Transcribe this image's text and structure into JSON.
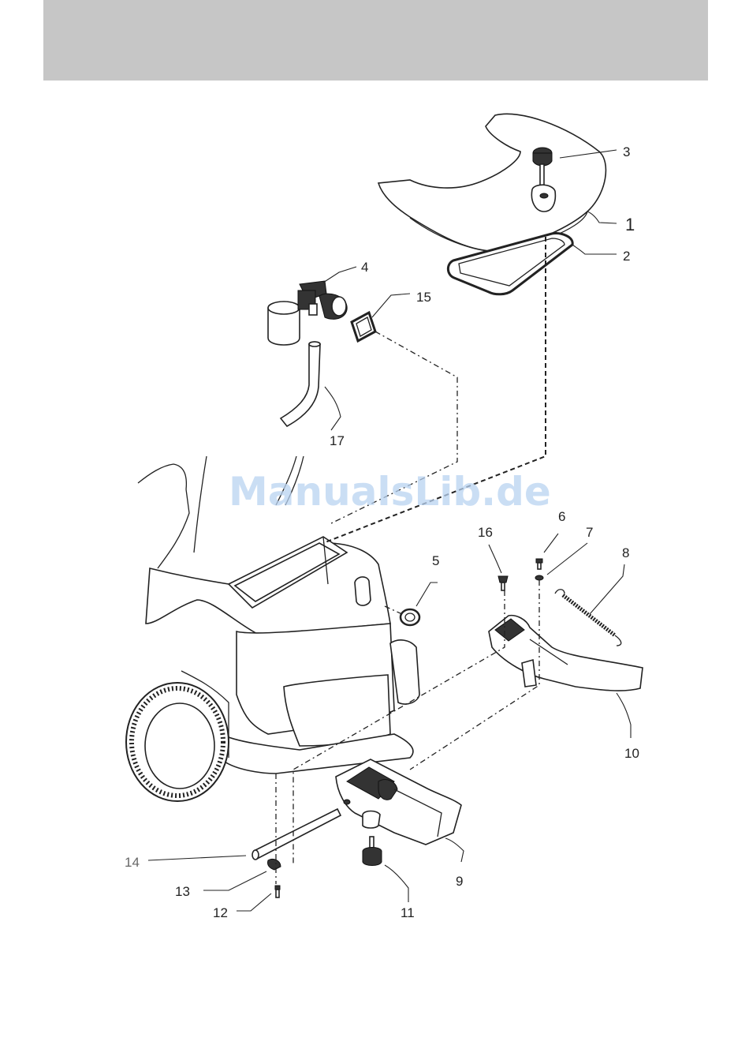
{
  "watermark": "ManualsLib.de",
  "callouts": [
    {
      "id": "c1",
      "text": "1"
    },
    {
      "id": "c2",
      "text": "2"
    },
    {
      "id": "c3",
      "text": "3"
    },
    {
      "id": "c4",
      "text": "4"
    },
    {
      "id": "c5",
      "text": "5"
    },
    {
      "id": "c6",
      "text": "6"
    },
    {
      "id": "c7",
      "text": "7"
    },
    {
      "id": "c8",
      "text": "8"
    },
    {
      "id": "c9",
      "text": "9"
    },
    {
      "id": "c10",
      "text": "10"
    },
    {
      "id": "c11",
      "text": "11"
    },
    {
      "id": "c12",
      "text": "12"
    },
    {
      "id": "c13",
      "text": "13"
    },
    {
      "id": "c14",
      "text": "14"
    },
    {
      "id": "c15",
      "text": "15"
    },
    {
      "id": "c16",
      "text": "16"
    },
    {
      "id": "c17",
      "text": "17"
    }
  ]
}
